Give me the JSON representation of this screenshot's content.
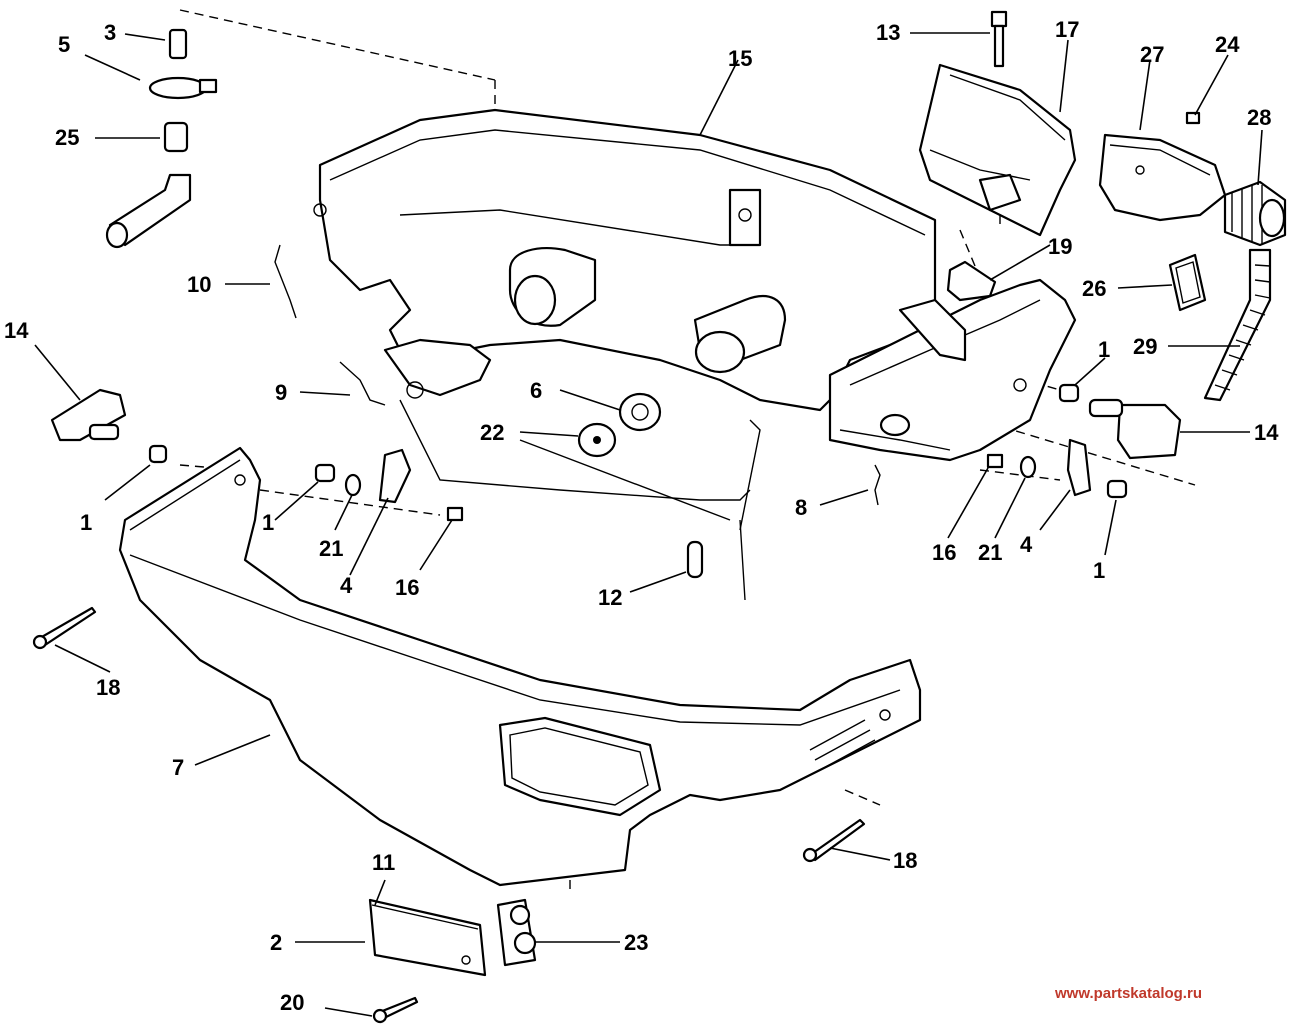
{
  "diagram": {
    "callouts": [
      "1",
      "1",
      "1",
      "1",
      "2",
      "3",
      "4",
      "4",
      "5",
      "6",
      "7",
      "8",
      "9",
      "10",
      "11",
      "12",
      "13",
      "14",
      "14",
      "15",
      "16",
      "16",
      "17",
      "18",
      "18",
      "19",
      "20",
      "21",
      "21",
      "22",
      "23",
      "24",
      "25",
      "26",
      "27",
      "28",
      "29"
    ]
  },
  "watermark": "www.partskatalog.ru"
}
